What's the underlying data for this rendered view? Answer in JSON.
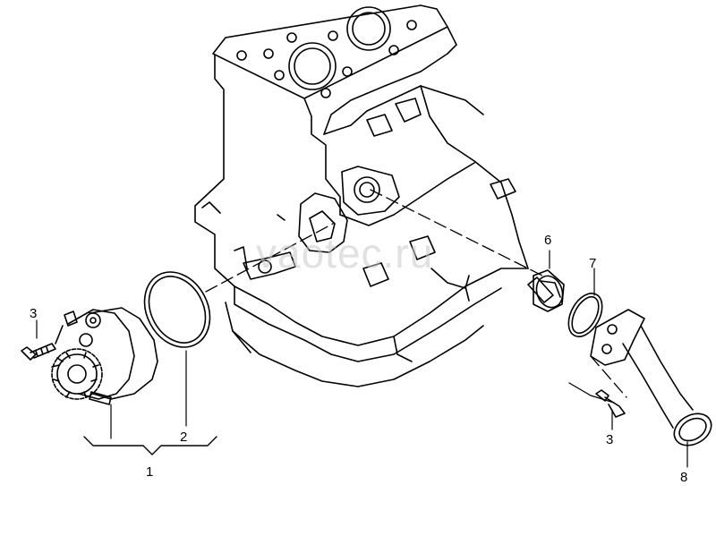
{
  "watermark": "vaotec.ru",
  "callouts": {
    "water_pump": "1",
    "seal_ring_pump": "2",
    "bolt_left": "3",
    "bolt_right": "3",
    "thermostat": "6",
    "o_ring": "7",
    "coolant_connector": "8"
  }
}
